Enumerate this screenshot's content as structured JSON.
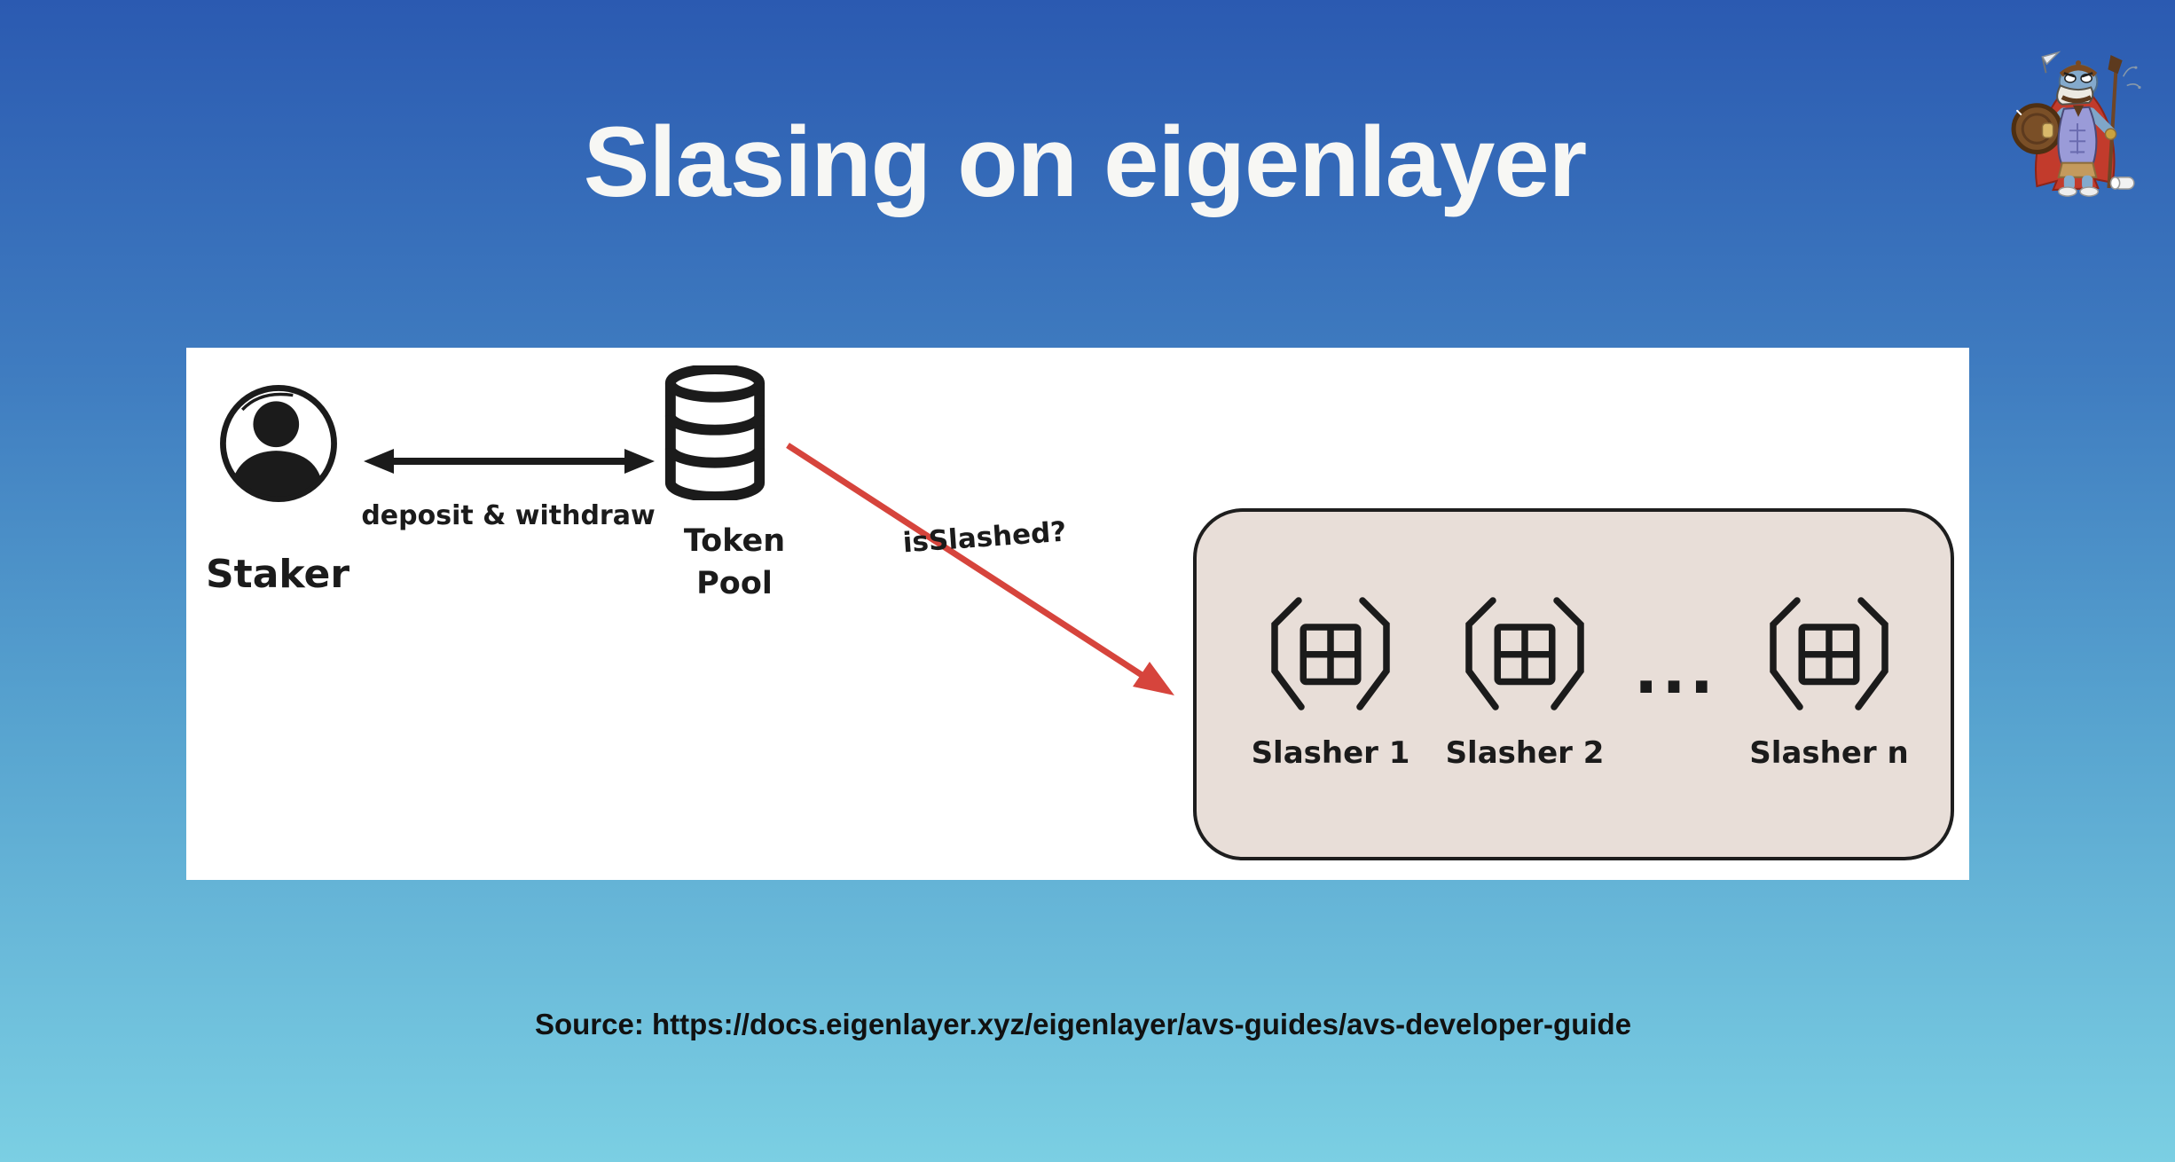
{
  "colors": {
    "background_top": "#2b5ab1",
    "background_upper_mid": "#3f7cc0",
    "background_lower_mid": "#57a3cf",
    "background_bottom": "#7bcfe3",
    "panel": "#ffffff",
    "ink": "#1b1b1b",
    "slasher_box_fill": "#e8ded8",
    "slasher_box_border": "#1e1e1e",
    "red_arrow": "#d6443c",
    "title_text": "#f7f7f4",
    "source_text": "#111111"
  },
  "slide": {
    "title": "Slasing on eigenlayer",
    "source": "Source: https://docs.eigenlayer.xyz/eigenlayer/avs-guides/avs-developer-guide",
    "mascot_icon": "eigen-warrior-platypus-mascot"
  },
  "diagram": {
    "staker": {
      "label": "Staker",
      "icon": "user-avatar-icon"
    },
    "deposit_withdraw": {
      "label": "deposit & withdraw",
      "icon": "double-headed-arrow-icon"
    },
    "token_pool": {
      "line1": "Token",
      "line2": "Pool",
      "icon": "database-icon"
    },
    "is_slashed": {
      "label": "isSlashed?",
      "icon": "red-diagonal-arrow-icon"
    },
    "slasher_group": {
      "ellipsis": "...",
      "items": [
        {
          "label": "Slasher 1",
          "icon": "contract-icon"
        },
        {
          "label": "Slasher 2",
          "icon": "contract-icon"
        },
        {
          "label": "Slasher n",
          "icon": "contract-icon"
        }
      ]
    }
  }
}
